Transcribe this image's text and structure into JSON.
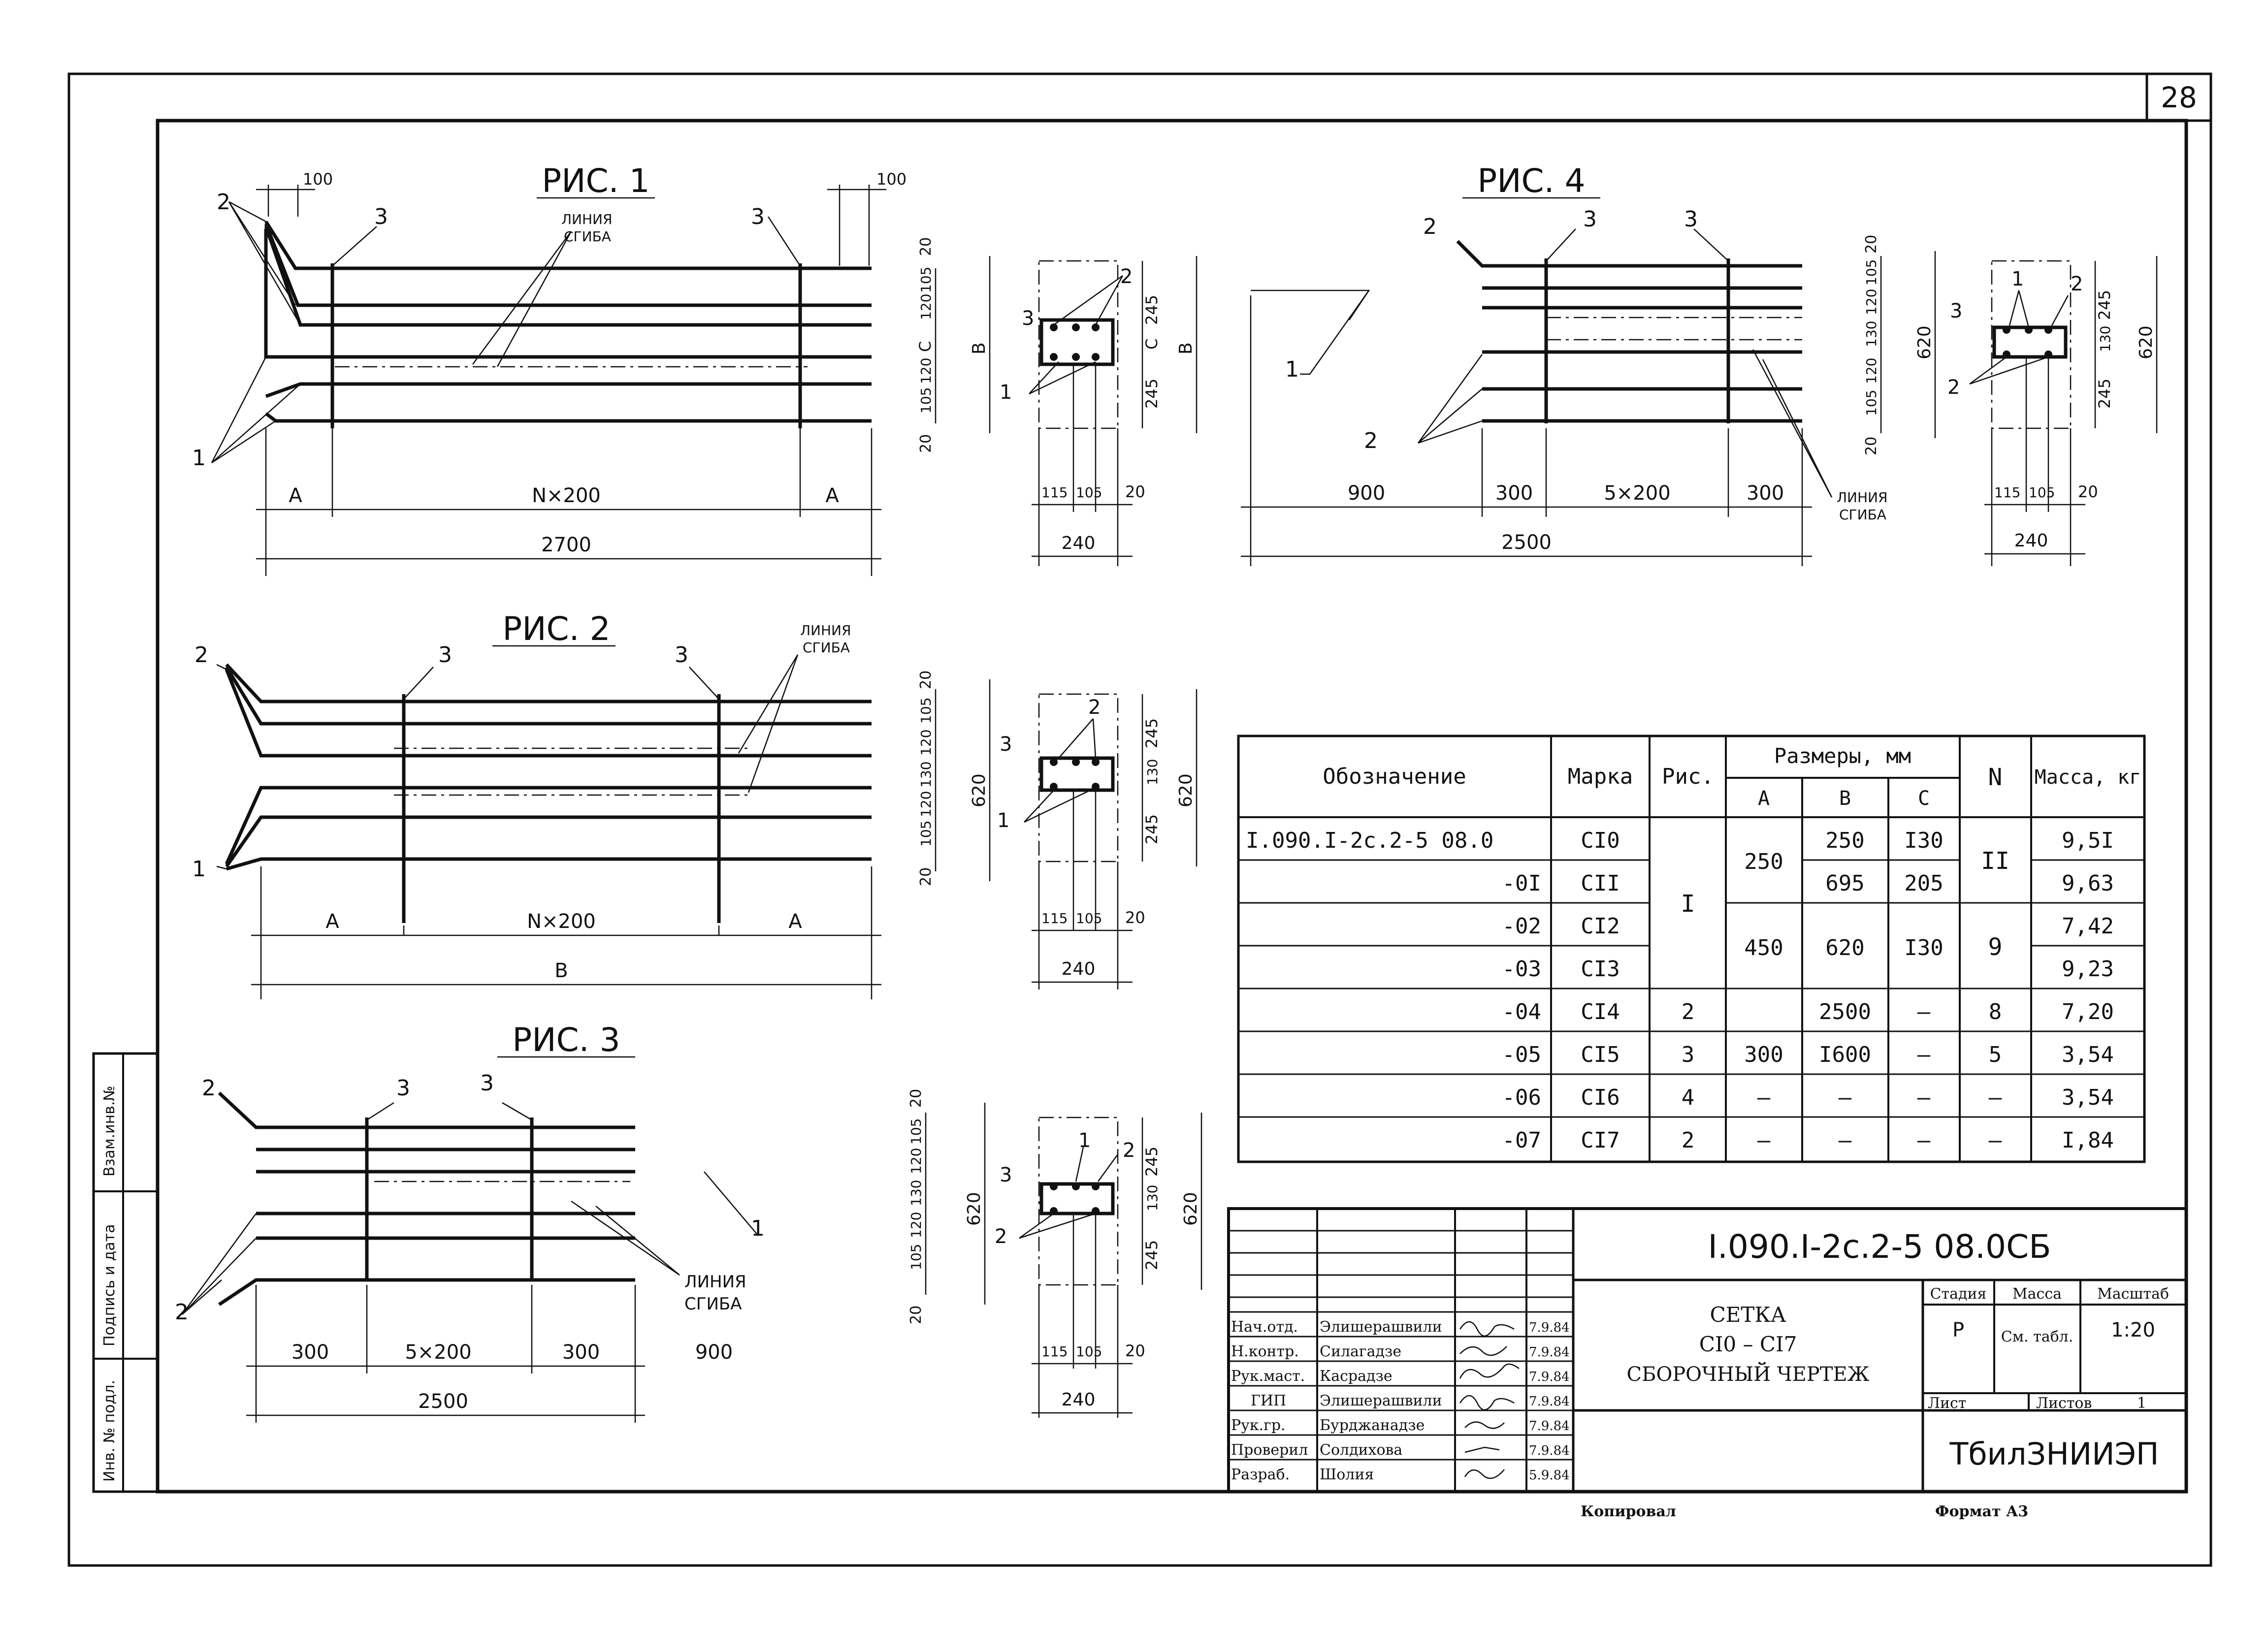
{
  "sheet": {
    "number": "28",
    "copied": "Копировал",
    "format": "Формат А3"
  },
  "side_stamp": {
    "inv_original": "Инв. № подл.",
    "sign_date": "Подпись и дата",
    "replace_inv": "Взам.инв.№"
  },
  "figures": {
    "fig1": {
      "title": "РИС. 1",
      "bend": [
        "ЛИНИЯ",
        "СГИБА"
      ],
      "markers": [
        "1",
        "2",
        "3",
        "3"
      ],
      "top_dims": [
        "100",
        "100"
      ],
      "bottom_dims": [
        "A",
        "N×200",
        "A"
      ],
      "total": "2700",
      "side_dims": [
        "20",
        "105",
        "120",
        "C",
        "120",
        "105",
        "20"
      ],
      "side_total": "B",
      "section": {
        "markers": [
          "1",
          "2",
          "3"
        ],
        "right": [
          "245",
          "C",
          "245"
        ],
        "right_total": "B",
        "bottom": [
          "115",
          "105",
          "20"
        ],
        "width": "240"
      }
    },
    "fig2": {
      "title": "РИС. 2",
      "bend": [
        "ЛИНИЯ",
        "СГИБА"
      ],
      "markers": [
        "1",
        "2",
        "3",
        "3"
      ],
      "bottom_dims": [
        "A",
        "N×200",
        "A"
      ],
      "total": "B",
      "side_dims": [
        "20",
        "105",
        "120",
        "130",
        "120",
        "105",
        "20"
      ],
      "side_total": "620",
      "section": {
        "markers": [
          "1",
          "2",
          "3"
        ],
        "right": [
          "245",
          "130",
          "245"
        ],
        "right_total": "620",
        "bottom": [
          "115",
          "105",
          "20"
        ],
        "width": "240"
      }
    },
    "fig3": {
      "title": "РИС. 3",
      "bend": [
        "ЛИНИЯ",
        "СГИБА"
      ],
      "markers": [
        "1",
        "2",
        "2",
        "3",
        "3"
      ],
      "bottom_dims": [
        "300",
        "5×200",
        "300",
        "900"
      ],
      "total": "2500",
      "side_dims": [
        "20",
        "105",
        "120",
        "130",
        "120",
        "105",
        "20"
      ],
      "side_total": "620",
      "section": {
        "markers": [
          "1",
          "2",
          "2",
          "3"
        ],
        "right": [
          "245",
          "130",
          "245"
        ],
        "right_total": "620",
        "bottom": [
          "115",
          "105",
          "20"
        ],
        "width": "240"
      }
    },
    "fig4": {
      "title": "РИС. 4",
      "bend": [
        "ЛИНИЯ",
        "СГИБА"
      ],
      "markers": [
        "1",
        "2",
        "2",
        "3",
        "3"
      ],
      "bottom_dims": [
        "900",
        "300",
        "5×200",
        "300"
      ],
      "total": "2500",
      "side_dims": [
        "20",
        "105",
        "120",
        "130",
        "120",
        "105",
        "20"
      ],
      "side_total": "620",
      "section": {
        "markers": [
          "1",
          "2",
          "2",
          "3"
        ],
        "right": [
          "245",
          "130",
          "245"
        ],
        "right_total": "620",
        "bottom": [
          "115",
          "105",
          "20"
        ],
        "width": "240"
      }
    }
  },
  "spec_table": {
    "headers": {
      "designation": "Обозначение",
      "mark": "Марка",
      "fig": "Рис.",
      "sizes": "Размеры, мм",
      "a": "A",
      "b": "B",
      "c": "C",
      "n": "N",
      "mass": "Масса, кг"
    },
    "rows": [
      {
        "designation": "I.090.I-2с.2-5 08.0",
        "mark": "CI0",
        "b": "250",
        "c": "I30",
        "mass": "9,5I"
      },
      {
        "designation": "-0I",
        "mark": "CII",
        "b": "695",
        "c": "205",
        "mass": "9,63"
      },
      {
        "designation": "-02",
        "mark": "CI2",
        "mass": "7,42"
      },
      {
        "designation": "-03",
        "mark": "CI3",
        "mass": "9,23"
      },
      {
        "designation": "-04",
        "mark": "CI4",
        "fig": "2",
        "b": "2500",
        "c": "–",
        "n": "8",
        "mass": "7,20"
      },
      {
        "designation": "-05",
        "mark": "CI5",
        "fig": "3",
        "a": "300",
        "b": "I600",
        "c": "–",
        "n": "5",
        "mass": "3,54"
      },
      {
        "designation": "-06",
        "mark": "CI6",
        "fig": "4",
        "a": "–",
        "b": "–",
        "c": "–",
        "n": "–",
        "mass": "3,54"
      },
      {
        "designation": "-07",
        "mark": "CI7",
        "fig": "2",
        "a": "–",
        "b": "–",
        "c": "–",
        "n": "–",
        "mass": "I,84"
      }
    ],
    "merged": {
      "fig_1_4": "I",
      "a_1_2": "250",
      "a_3_4": "450",
      "n_1_2": "II",
      "b_3_4": "620",
      "c_3_4": "I30",
      "n_3_4": "9"
    }
  },
  "title_block": {
    "code": "I.090.I-2с.2-5   08.0СБ",
    "name_lines": [
      "СЕТКА",
      "CI0 – CI7",
      "СБОРОЧНЫЙ ЧЕРТЕЖ"
    ],
    "stage_label": "Стадия",
    "mass_label": "Масса",
    "scale_label": "Масштаб",
    "stage": "Р",
    "mass": "См. табл.",
    "scale": "1:20",
    "sheet_label": "Лист",
    "sheets_label": "Листов",
    "sheets": "1",
    "org": "ТбилЗНИИЭП",
    "signatures": [
      {
        "role": "Нач.отд.",
        "name": "Элишерашвили",
        "date": "7.9.84"
      },
      {
        "role": "Н.контр.",
        "name": "Силагадзе",
        "date": "7.9.84"
      },
      {
        "role": "Рук.маст.",
        "name": "Касрадзе",
        "date": "7.9.84"
      },
      {
        "role": "ГИП",
        "name": "Элишерашвили",
        "date": "7.9.84"
      },
      {
        "role": "Рук.гр.",
        "name": "Бурджанадзе",
        "date": "7.9.84"
      },
      {
        "role": "Проверил",
        "name": "Солдихова",
        "date": "7.9.84"
      },
      {
        "role": "Разраб.",
        "name": "Шолия",
        "date": "5.9.84"
      }
    ]
  }
}
